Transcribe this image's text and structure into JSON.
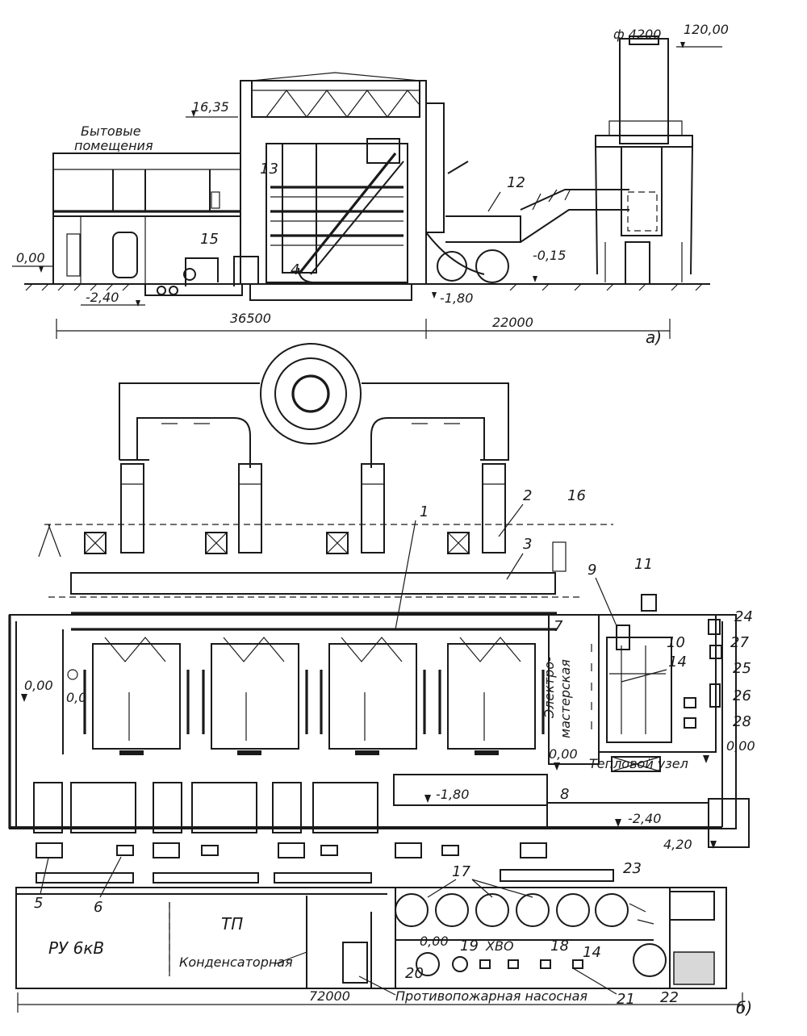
{
  "section_view": {
    "subfigure_label": "а)",
    "room_label_line1": "Бытовые",
    "room_label_line2": "помещения",
    "elevations": {
      "roof": "16,35",
      "chimney_top": "120,00",
      "ground": "0,00",
      "pit_left": "-2,40",
      "pit_boiler": "-1,80",
      "ash_level": "-0,15"
    },
    "chimney_diameter": "ф 4200",
    "dimensions": {
      "building": "36500",
      "outside": "22000"
    },
    "position_numbers": [
      "13",
      "12",
      "15",
      "4"
    ]
  },
  "plan_view": {
    "subfigure_label": "б)",
    "rooms": {
      "electro_workshop_line1": "Электро-",
      "electro_workshop_line2": "мастерская",
      "heat_node": "Тепловой узел",
      "switchgear": "РУ 6кВ",
      "substation": "ТП",
      "condenser_room": "Конденсаторная",
      "water_treatment": "ХВО",
      "fire_pump_room": "Противопожарная насосная"
    },
    "elevations": {
      "main_floor": "0,00",
      "main_floor_b": "0,0",
      "workshop_floor": "0,00",
      "right_floor": "0,00",
      "boiler_pit": "-1,80",
      "pump_pit": "-2,40",
      "platform": "4,20",
      "water_floor": "0,00"
    },
    "total_length": "72000",
    "position_numbers": {
      "p1": "1",
      "p2": "2",
      "p3": "3",
      "p5": "5",
      "p6": "6",
      "p7": "7",
      "p8": "8",
      "p9": "9",
      "p10": "10",
      "p11": "11",
      "p14": "14",
      "p14b": "14",
      "p16": "16",
      "p17": "17",
      "p18": "18",
      "p19": "19",
      "p20": "20",
      "p21": "21",
      "p22": "22",
      "p23": "23",
      "p24": "24",
      "p25": "25",
      "p26": "26",
      "p27": "27",
      "p28": "28"
    }
  },
  "colors": {
    "ink": "#1a1a1a",
    "paper": "#ffffff"
  }
}
